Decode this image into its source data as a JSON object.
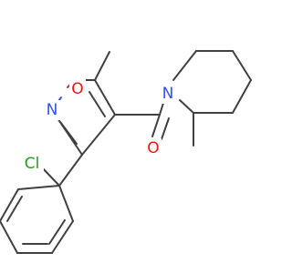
{
  "atoms": {
    "O_ring": {
      "text": "O",
      "color": "#ff0d0d"
    },
    "N_ring": {
      "text": "N",
      "color": "#3050f8"
    },
    "N_pip": {
      "text": "N",
      "color": "#3050f8"
    },
    "O_carbonyl": {
      "text": "O",
      "color": "#ff0d0d"
    },
    "Cl": {
      "text": "Cl",
      "color": "#1fa01f"
    }
  }
}
